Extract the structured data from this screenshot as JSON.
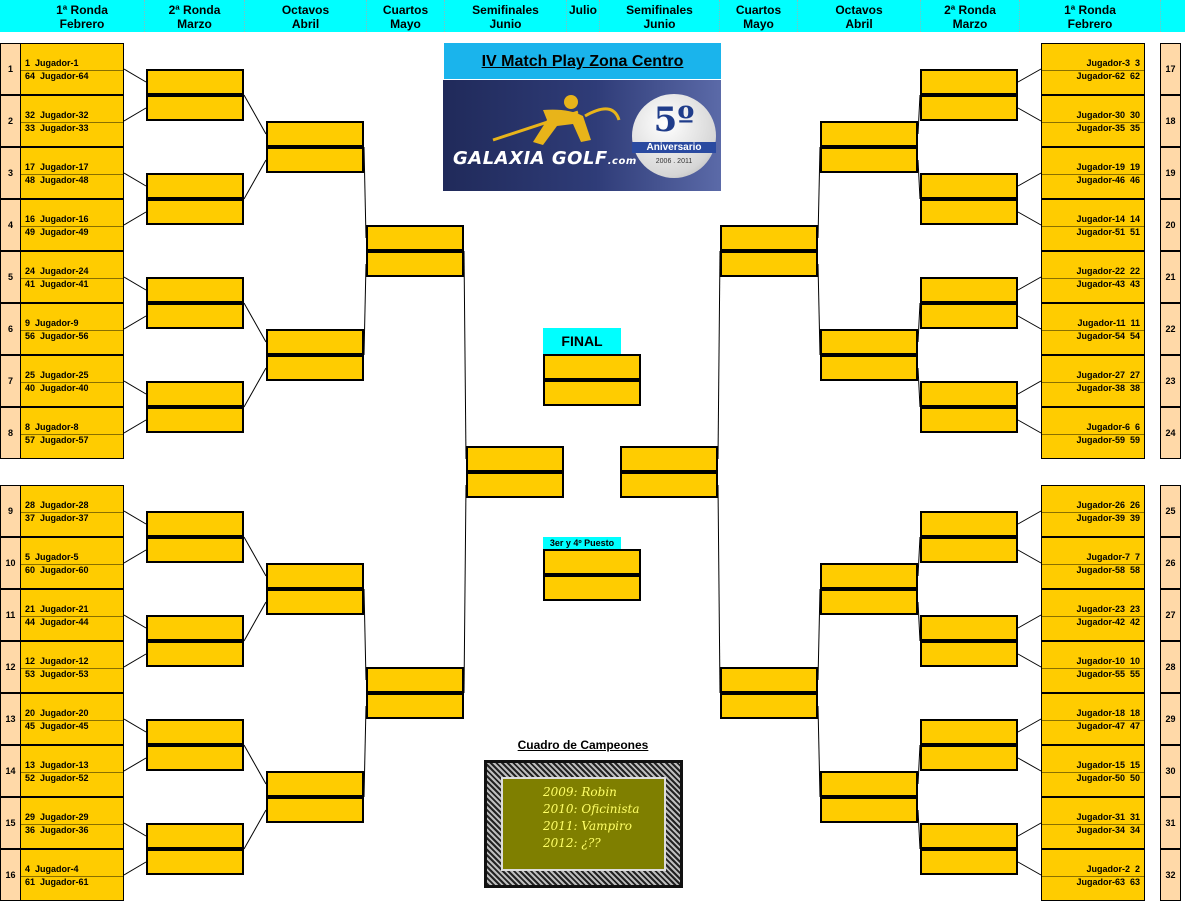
{
  "header": {
    "left": [
      {
        "line1": "1ª Ronda",
        "line2": "Febrero"
      },
      {
        "line1": "2ª Ronda",
        "line2": "Marzo"
      },
      {
        "line1": "Octavos",
        "line2": "Abril"
      },
      {
        "line1": "Cuartos",
        "line2": "Mayo"
      },
      {
        "line1": "Semifinales",
        "line2": "Junio"
      }
    ],
    "center": {
      "line1": "",
      "line2": "Julio"
    },
    "right": [
      {
        "line1": "Semifinales",
        "line2": "Junio"
      },
      {
        "line1": "Cuartos",
        "line2": "Mayo"
      },
      {
        "line1": "Octavos",
        "line2": "Abril"
      },
      {
        "line1": "2ª Ronda",
        "line2": "Marzo"
      },
      {
        "line1": "1ª Ronda",
        "line2": "Febrero"
      }
    ]
  },
  "title": "IV Match Play Zona Centro",
  "logo": {
    "brand": "GALAXIA GOLF",
    "brand_suffix": ".com",
    "badge_number": "5º",
    "badge_text": "Aniversario",
    "badge_years": "2006 . 2011"
  },
  "final_label": "FINAL",
  "third_label": "3er y 4º Puesto",
  "champions": {
    "title": "Cuadro de Campeones",
    "entries": [
      "2009: Robin",
      "2010: Oficinista",
      "2011: Vampiro",
      "2012: ¿??"
    ]
  },
  "left_matches": [
    {
      "n": "1",
      "a": {
        "seed": "1",
        "name": "Jugador-1"
      },
      "b": {
        "seed": "64",
        "name": "Jugador-64"
      }
    },
    {
      "n": "2",
      "a": {
        "seed": "32",
        "name": "Jugador-32"
      },
      "b": {
        "seed": "33",
        "name": "Jugador-33"
      }
    },
    {
      "n": "3",
      "a": {
        "seed": "17",
        "name": "Jugador-17"
      },
      "b": {
        "seed": "48",
        "name": "Jugador-48"
      }
    },
    {
      "n": "4",
      "a": {
        "seed": "16",
        "name": "Jugador-16"
      },
      "b": {
        "seed": "49",
        "name": "Jugador-49"
      }
    },
    {
      "n": "5",
      "a": {
        "seed": "24",
        "name": "Jugador-24"
      },
      "b": {
        "seed": "41",
        "name": "Jugador-41"
      }
    },
    {
      "n": "6",
      "a": {
        "seed": "9",
        "name": "Jugador-9"
      },
      "b": {
        "seed": "56",
        "name": "Jugador-56"
      }
    },
    {
      "n": "7",
      "a": {
        "seed": "25",
        "name": "Jugador-25"
      },
      "b": {
        "seed": "40",
        "name": "Jugador-40"
      }
    },
    {
      "n": "8",
      "a": {
        "seed": "8",
        "name": "Jugador-8"
      },
      "b": {
        "seed": "57",
        "name": "Jugador-57"
      }
    },
    {
      "n": "9",
      "a": {
        "seed": "28",
        "name": "Jugador-28"
      },
      "b": {
        "seed": "37",
        "name": "Jugador-37"
      }
    },
    {
      "n": "10",
      "a": {
        "seed": "5",
        "name": "Jugador-5"
      },
      "b": {
        "seed": "60",
        "name": "Jugador-60"
      }
    },
    {
      "n": "11",
      "a": {
        "seed": "21",
        "name": "Jugador-21"
      },
      "b": {
        "seed": "44",
        "name": "Jugador-44"
      }
    },
    {
      "n": "12",
      "a": {
        "seed": "12",
        "name": "Jugador-12"
      },
      "b": {
        "seed": "53",
        "name": "Jugador-53"
      }
    },
    {
      "n": "13",
      "a": {
        "seed": "20",
        "name": "Jugador-20"
      },
      "b": {
        "seed": "45",
        "name": "Jugador-45"
      }
    },
    {
      "n": "14",
      "a": {
        "seed": "13",
        "name": "Jugador-13"
      },
      "b": {
        "seed": "52",
        "name": "Jugador-52"
      }
    },
    {
      "n": "15",
      "a": {
        "seed": "29",
        "name": "Jugador-29"
      },
      "b": {
        "seed": "36",
        "name": "Jugador-36"
      }
    },
    {
      "n": "16",
      "a": {
        "seed": "4",
        "name": "Jugador-4"
      },
      "b": {
        "seed": "61",
        "name": "Jugador-61"
      }
    }
  ],
  "right_matches": [
    {
      "n": "17",
      "a": {
        "seed": "3",
        "name": "Jugador-3"
      },
      "b": {
        "seed": "62",
        "name": "Jugador-62"
      }
    },
    {
      "n": "18",
      "a": {
        "seed": "30",
        "name": "Jugador-30"
      },
      "b": {
        "seed": "35",
        "name": "Jugador-35"
      }
    },
    {
      "n": "19",
      "a": {
        "seed": "19",
        "name": "Jugador-19"
      },
      "b": {
        "seed": "46",
        "name": "Jugador-46"
      }
    },
    {
      "n": "20",
      "a": {
        "seed": "14",
        "name": "Jugador-14"
      },
      "b": {
        "seed": "51",
        "name": "Jugador-51"
      }
    },
    {
      "n": "21",
      "a": {
        "seed": "22",
        "name": "Jugador-22"
      },
      "b": {
        "seed": "43",
        "name": "Jugador-43"
      }
    },
    {
      "n": "22",
      "a": {
        "seed": "11",
        "name": "Jugador-11"
      },
      "b": {
        "seed": "54",
        "name": "Jugador-54"
      }
    },
    {
      "n": "23",
      "a": {
        "seed": "27",
        "name": "Jugador-27"
      },
      "b": {
        "seed": "38",
        "name": "Jugador-38"
      }
    },
    {
      "n": "24",
      "a": {
        "seed": "6",
        "name": "Jugador-6"
      },
      "b": {
        "seed": "59",
        "name": "Jugador-59"
      }
    },
    {
      "n": "25",
      "a": {
        "seed": "26",
        "name": "Jugador-26"
      },
      "b": {
        "seed": "39",
        "name": "Jugador-39"
      }
    },
    {
      "n": "26",
      "a": {
        "seed": "7",
        "name": "Jugador-7"
      },
      "b": {
        "seed": "58",
        "name": "Jugador-58"
      }
    },
    {
      "n": "27",
      "a": {
        "seed": "23",
        "name": "Jugador-23"
      },
      "b": {
        "seed": "42",
        "name": "Jugador-42"
      }
    },
    {
      "n": "28",
      "a": {
        "seed": "10",
        "name": "Jugador-10"
      },
      "b": {
        "seed": "55",
        "name": "Jugador-55"
      }
    },
    {
      "n": "29",
      "a": {
        "seed": "18",
        "name": "Jugador-18"
      },
      "b": {
        "seed": "47",
        "name": "Jugador-47"
      }
    },
    {
      "n": "30",
      "a": {
        "seed": "15",
        "name": "Jugador-15"
      },
      "b": {
        "seed": "50",
        "name": "Jugador-50"
      }
    },
    {
      "n": "31",
      "a": {
        "seed": "31",
        "name": "Jugador-31"
      },
      "b": {
        "seed": "34",
        "name": "Jugador-34"
      }
    },
    {
      "n": "32",
      "a": {
        "seed": "2",
        "name": "Jugador-2"
      },
      "b": {
        "seed": "63",
        "name": "Jugador-63"
      }
    }
  ]
}
